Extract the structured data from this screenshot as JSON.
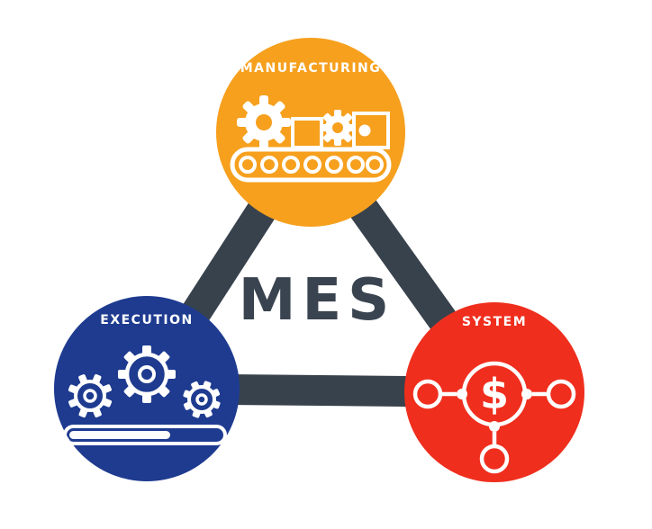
{
  "diagram": {
    "acronym": "MES",
    "nodes": [
      {
        "id": "manufacturing",
        "label": "MANUFACTURING",
        "color": "#F6A01E"
      },
      {
        "id": "execution",
        "label": "EXECUTION",
        "color": "#1E3B90"
      },
      {
        "id": "system",
        "label": "SYSTEM",
        "color": "#F02E1D"
      }
    ],
    "colors": {
      "triangle": "#38424D",
      "acronym": "#3A4450",
      "icon_stroke": "#FFFFFF"
    },
    "icons": {
      "manufacturing": "conveyor-gears-icon",
      "execution": "gears-progress-icon",
      "system": "dollar-network-icon",
      "dollar_glyph": "$"
    }
  }
}
